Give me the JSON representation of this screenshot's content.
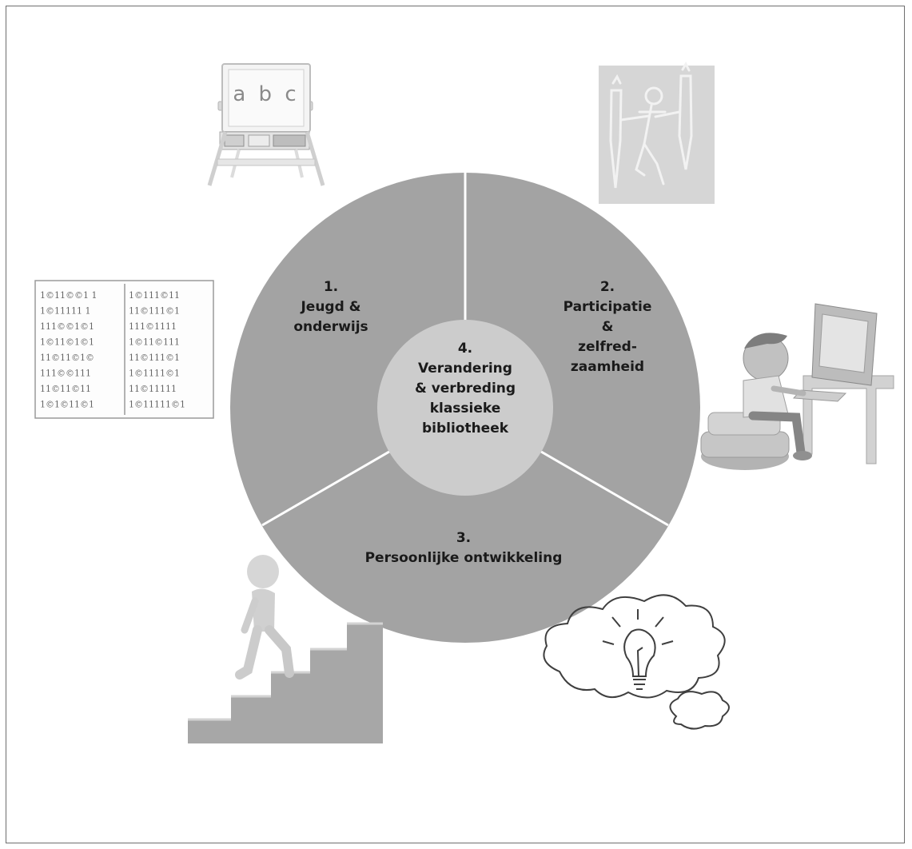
{
  "segments": [
    {
      "number": "1.",
      "lines": [
        "Jeugd &",
        "onderwijs"
      ]
    },
    {
      "number": "2.",
      "lines": [
        "Participatie",
        "&",
        "zelfred-",
        "zaamheid"
      ]
    },
    {
      "number": "3.",
      "lines": [
        "Persoonlijke ontwikkeling"
      ]
    }
  ],
  "center": {
    "number": "4.",
    "lines": [
      "Verandering",
      "& verbreding",
      "klassieke",
      "bibliotheek"
    ]
  },
  "illustrations": {
    "easel_letters": "a b c",
    "binary_left": [
      "1©11©©1 1",
      "1©11111 1",
      "111©©1©1",
      "1©11©1©1",
      "11©11©1©",
      "111©©111",
      "11©11©11",
      "1©1©11©1"
    ],
    "binary_right": [
      "1©111©11",
      "11©111©1",
      "111©1111",
      "1©11©111",
      "11©111©1",
      "1©1111©1",
      "11©11111",
      "1©11111©1"
    ]
  },
  "colors": {
    "wheel": "#a3a3a3",
    "hub": "#cccccc",
    "divider": "#ffffff",
    "text": "#1a1a1a"
  }
}
